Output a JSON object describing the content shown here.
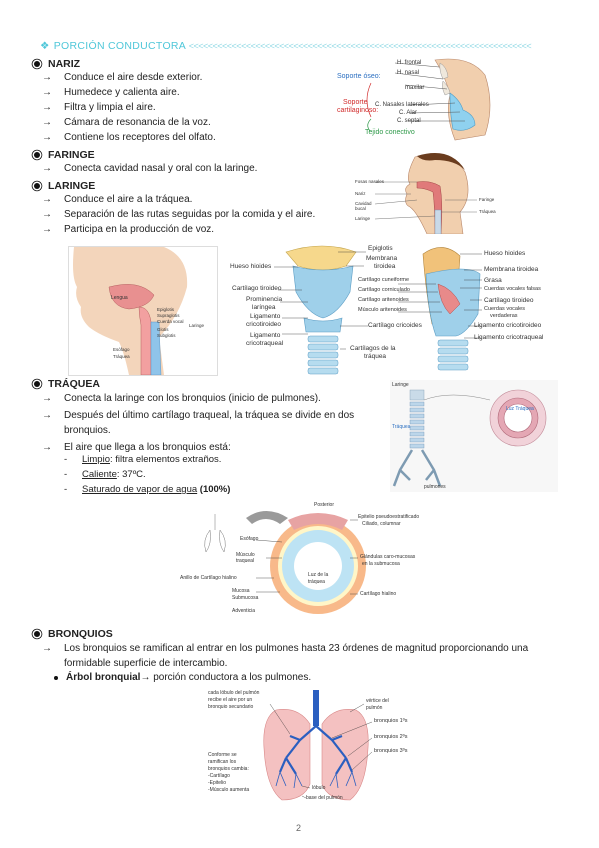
{
  "title": "PORCIÓN CONDUCTORA",
  "page_number": "2",
  "nariz": {
    "heading": "NARIZ",
    "items": [
      "Conduce el aire desde exterior.",
      "Humedece y calienta aire.",
      "Filtra y limpia el aire.",
      "Cámara de resonancia de la voz.",
      "Contiene los receptores del olfato."
    ],
    "figure": {
      "soporte_oseo": "Soporte óseo:",
      "soporte_cart_1": "Soporte",
      "soporte_cart_2": "cartilaginoso:",
      "tejido": "Tejido conectivo",
      "h_frontal": "H. frontal",
      "h_nasal": "H. nasal",
      "maxilar": "maxilar",
      "c_nasales": "C. Nasales laterales",
      "c_alar": "C. Alar",
      "c_septal": "C. septal"
    }
  },
  "faringe": {
    "heading": "FARINGE",
    "items": [
      "Conecta cavidad nasal y oral con la laringe."
    ],
    "figure": {
      "fosas": "Fosas nasales",
      "nariz": "Nariz",
      "cavidad": "Cavidad",
      "bucal": "bucal",
      "laringe": "Laringe",
      "faringe": "Faringe",
      "traquea": "Tráquea"
    }
  },
  "laringe": {
    "heading": "LARINGE",
    "items": [
      "Conduce el aire a la tráquea.",
      "Separación de las rutas seguidas por la comida y el aire.",
      "Participa en la producción de voz."
    ],
    "fig_left": {
      "lengua": "Lengua",
      "epiglotis": "Epiglotis",
      "supraglotis": "Supraglotis",
      "cuerda": "Cuerda vocal",
      "laringe": "Laringe",
      "glotis": "Glotis",
      "subglotis": "Subglotis",
      "esofago": "Esófago",
      "traquea": "Tráquea"
    },
    "fig_right": {
      "epiglotis": "Epiglotis",
      "membrana_1": "Membrana",
      "membrana_2": "tiroidea",
      "hueso_hioides": "Hueso hioides",
      "cartilago_cuneiforme": "Cartílago cuneiforme",
      "cartilago_tiroideo": "Cartílago tiroideo",
      "cartilago_corniculado": "Cartílago corniculado",
      "prominencia_1": "Prominencia",
      "prominencia_2": "laríngea",
      "cartilago_aritenoides": "Cartílago aritenoides",
      "ligamento_1": "Ligamento",
      "ligamento_2": "cricotiroideo",
      "musculo_aritenoides": "Músculo aritenoides",
      "ligamento_ct_1": "Ligamento",
      "ligamento_ct_2": "cricotraqueal",
      "cartilago_cricoides": "Cartílago cricoides",
      "cartilagos_traquea_1": "Cartílagos de la",
      "cartilagos_traquea_2": "tráquea",
      "r_hueso_hioides": "Hueso hioides",
      "r_membrana": "Membrana tiroidea",
      "r_grasa": "Grasa",
      "r_cuerdas_falsas": "Cuerdas vocales falsas",
      "r_cartilago_tiroideo": "Cartílago tiroideo",
      "r_cuerdas_verdaderas_1": "Cuerdas vocales",
      "r_cuerdas_verdaderas_2": "verdaderas",
      "r_ligamento_cricotiroideo": "Ligamento cricotiroideo",
      "r_ligamento_cricotraqueal": "Ligamento cricotraqueal"
    }
  },
  "traquea": {
    "heading": "TRÁQUEA",
    "items": [
      "Conecta la laringe con los bronquios (inicio de pulmones).",
      "Después del último cartílago traqueal, la tráquea se divide en dos",
      "bronquios.",
      "El aire que llega a los bronquios está:"
    ],
    "sub": [
      {
        "label": "Limpio",
        "rest": ": filtra elementos extraños."
      },
      {
        "label": "Caliente",
        "rest": ": 37ºC."
      },
      {
        "label": "Saturado de vapor de agua",
        "rest": " (100%)"
      }
    ],
    "figure": {
      "laringe": "Laringe",
      "traquea": "Tráquea",
      "luz": "Luz Tráquea",
      "pulmones": "pulmones"
    },
    "cross_section": {
      "posterior": "Posterior",
      "epitelio_1": "Epitelio pseudoestratificado",
      "epitelio_2": "Ciliado, columnar",
      "esofago": "Esófago",
      "musculo_1": "Músculo",
      "musculo_2": "traqueal",
      "glandulas_1": "Glándulas caro-mucosas",
      "glandulas_2": "en la submucosa",
      "anillo": "Anillo de Cartílago hialino",
      "luz_1": "Luz de la",
      "luz_2": "tráquea",
      "mucosa": "Mucosa",
      "submucosa": "Submucosa",
      "cartilago_hialino": "Cartílago hialino",
      "adventicia": "Adventicia"
    }
  },
  "bronquios": {
    "heading": "BRONQUIOS",
    "items": [
      "Los bronquios se ramifican al entrar en los pulmones hasta 23 órdenes de magnitud proporcionando una",
      "formidable superficie de intercambio."
    ],
    "arbol_label": "Árbol bronquial",
    "arbol_rest": " → porción conductora a los pulmones.",
    "figure": {
      "lobulo_1": "cada lóbulo del pulmón",
      "lobulo_2": "recibe el aire por un",
      "lobulo_3": "bronquio secundario",
      "vertice_1": "vértice del",
      "vertice_2": "pulmón",
      "b1": "bronquios 1ºs",
      "b2": "bronquios 2ºs",
      "b3": "bronquios 3ºs",
      "conforme_1": "Conforme se",
      "conforme_2": "ramifican los",
      "conforme_3": "bronquios cambia:",
      "conforme_4": "-Cartílago",
      "conforme_5": "-Epitelio",
      "conforme_6": "-Músculo aumenta",
      "lobulo": "lóbulo",
      "base": "base del pulmón"
    }
  },
  "colors": {
    "accent": "#4fc7d9",
    "bone_label": "#2b6fc1",
    "cartilage_label": "#d12b2b",
    "tissue_label": "#2f9a4a",
    "trachea_blue": "#3a7fd0"
  }
}
